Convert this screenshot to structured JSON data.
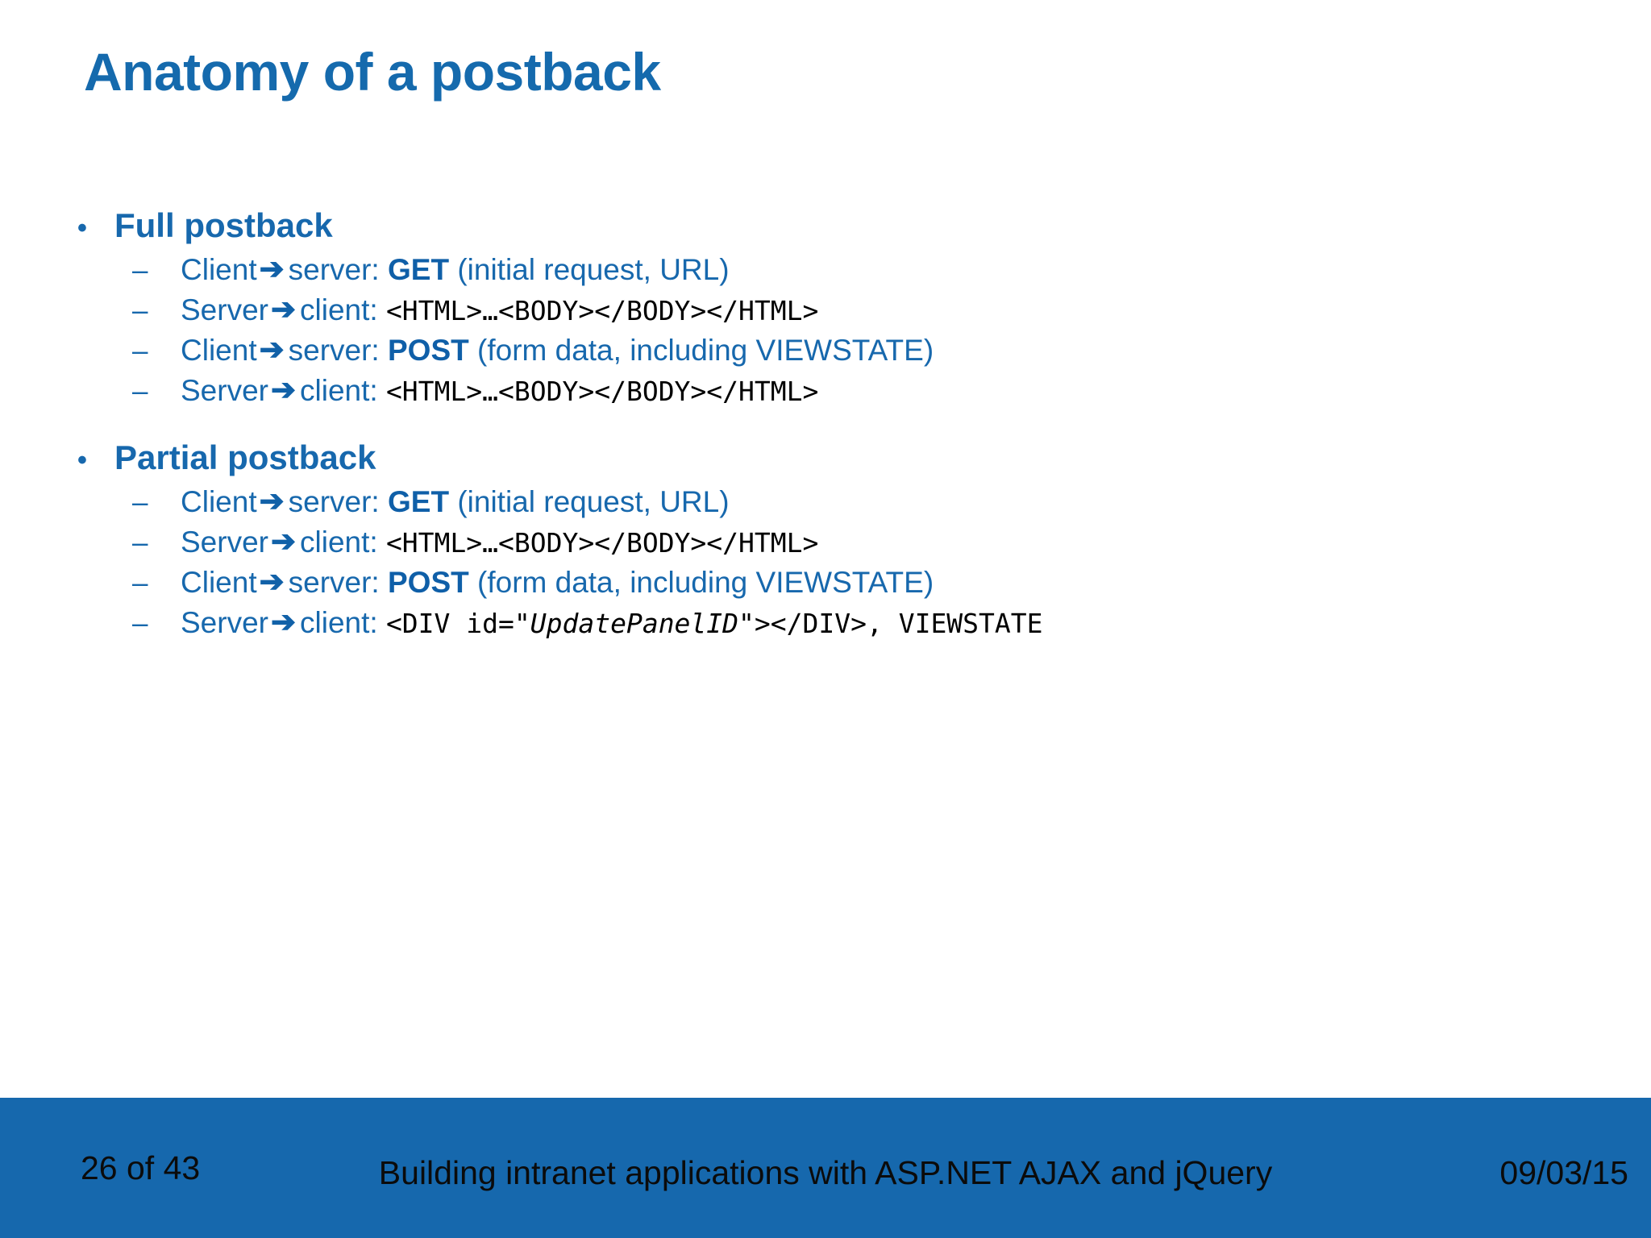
{
  "slide": {
    "title": "Anatomy of a postback",
    "accent_color": "#1768ad",
    "footer_bar_color": "#1668ad",
    "code_color": "#000000",
    "background": "#ffffff",
    "arrow_glyph": "➔",
    "bullet_glyph": "•",
    "dash_glyph": "–"
  },
  "groups": [
    {
      "heading": "Full postback",
      "lines": [
        {
          "label": "Client",
          "arrow": "➔",
          "target": "server:",
          "verb": "GET",
          "rest": " (initial request, URL)",
          "rest_style": "plain"
        },
        {
          "label": "Server",
          "arrow": "➔",
          "target": "client:",
          "verb": "",
          "code": "<HTML>…<BODY></BODY></HTML>",
          "rest_style": "code"
        },
        {
          "label": "Client",
          "arrow": "➔",
          "target": "server:",
          "verb": "POST",
          "rest": " (form data, including VIEWSTATE)",
          "rest_style": "plain"
        },
        {
          "label": "Server",
          "arrow": "➔",
          "target": "client:",
          "verb": "",
          "code": "<HTML>…<BODY></BODY></HTML>",
          "rest_style": "code"
        }
      ]
    },
    {
      "heading": "Partial postback",
      "lines": [
        {
          "label": "Client",
          "arrow": "➔",
          "target": "server:",
          "verb": "GET",
          "rest": " (initial request, URL)",
          "rest_style": "plain"
        },
        {
          "label": "Server",
          "arrow": "➔",
          "target": "client:",
          "verb": "",
          "code": "<HTML>…<BODY></BODY></HTML>",
          "rest_style": "code"
        },
        {
          "label": "Client",
          "arrow": "➔",
          "target": "server:",
          "verb": "POST",
          "rest": " (form data, including VIEWSTATE)",
          "rest_style": "plain"
        },
        {
          "label": "Server",
          "arrow": "➔",
          "target": "client:",
          "verb": "",
          "code_prefix": "<DIV id=\"",
          "code_em": "UpdatePanelID",
          "code_suffix": "\"></DIV>, VIEWSTATE",
          "rest_style": "code-em"
        }
      ]
    }
  ],
  "footer": {
    "slide_number": "26 of 43",
    "center_text": "Building intranet applications with ASP.NET AJAX and jQuery",
    "date": "09/03/15"
  }
}
